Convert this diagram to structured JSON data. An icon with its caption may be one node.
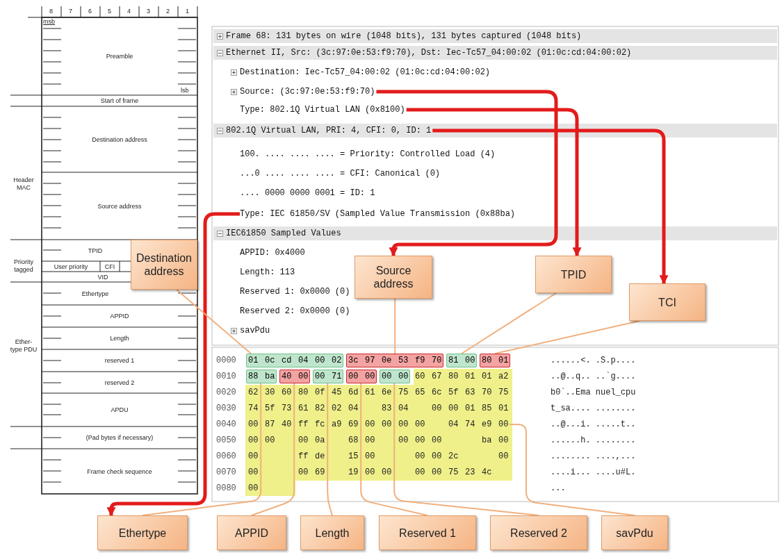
{
  "diagram": {
    "nodes": [
      {
        "text": [
          "Preamble"
        ]
      },
      {
        "text": [
          "Start of frame"
        ]
      },
      {
        "text": [
          "Destination address"
        ]
      },
      {
        "text": [
          "Source address"
        ]
      },
      {
        "text": [
          "TPID"
        ]
      },
      {
        "text": [
          "User priority"
        ]
      },
      {
        "text": [
          "CFI"
        ]
      },
      {
        "text": [
          "VID"
        ]
      },
      {
        "text": [
          "Ethertype"
        ]
      },
      {
        "text": [
          "APPID"
        ]
      },
      {
        "text": [
          "Length"
        ]
      },
      {
        "text": [
          "reserved 1"
        ]
      },
      {
        "text": [
          "reserved 2"
        ]
      },
      {
        "text": [
          "APDU"
        ]
      },
      {
        "text": [
          "(Pad bytes if necessary)"
        ]
      },
      {
        "text": [
          "Frame check sequence"
        ]
      },
      {
        "text": [
          "Source: (3c:97:0e:53:f9:70)"
        ]
      },
      {
        "text": [
          "Type: 802.1Q Virtual LAN (0x8100)"
        ]
      },
      {
        "text": [
          "802.1Q Virtual LAN, PRI: 4, CFI: 0, ID: 1"
        ]
      },
      {
        "text": [
          "Type: IEC 61850/SV (Sampled Value Transmission (0x88ba)"
        ]
      },
      {
        "text": [
          "Destination address"
        ]
      },
      {
        "text": [
          "Source address"
        ]
      },
      {
        "text": [
          "TPID"
        ]
      },
      {
        "text": [
          "TCI"
        ]
      },
      {
        "text": [
          "Ethertype"
        ]
      },
      {
        "text": [
          "APPID"
        ]
      },
      {
        "text": [
          "Length"
        ]
      },
      {
        "text": [
          "Reserved 1"
        ]
      },
      {
        "text": [
          "Reserved 2"
        ]
      },
      {
        "text": [
          "savPdu"
        ]
      },
      {
        "text": [
          "01 0c cd 04 00 02"
        ]
      },
      {
        "text": [
          "3c 97 0e 53 f9 70"
        ]
      },
      {
        "text": [
          "81 00"
        ]
      },
      {
        "text": [
          "80 01"
        ]
      },
      {
        "text": [
          "88 ba"
        ]
      },
      {
        "text": [
          "40 00"
        ]
      },
      {
        "text": [
          "00 71"
        ]
      },
      {
        "text": [
          "00 00"
        ]
      },
      {
        "text": [
          "00 00"
        ]
      },
      {
        "text": [
          "04 74 e9 00"
        ]
      }
    ],
    "edges": [
      {
        "from": 19,
        "to": 24,
        "arrow": "to",
        "style": "thick",
        "color": "#e31b1b"
      },
      {
        "from": 16,
        "to": 21,
        "arrow": "to",
        "style": "thick",
        "color": "#e31b1b"
      },
      {
        "from": 17,
        "to": 22,
        "arrow": "to",
        "style": "thick",
        "color": "#e31b1b"
      },
      {
        "from": 18,
        "to": 23,
        "arrow": "to",
        "style": "thick",
        "color": "#e31b1b"
      },
      {
        "from": 20,
        "to": 30,
        "arrow": "none"
      },
      {
        "from": 21,
        "to": 31,
        "arrow": "none"
      },
      {
        "from": 22,
        "to": 32,
        "arrow": "none"
      },
      {
        "from": 23,
        "to": 33,
        "arrow": "none"
      },
      {
        "from": 24,
        "to": 34,
        "arrow": "none"
      },
      {
        "from": 25,
        "to": 35,
        "arrow": "none"
      },
      {
        "from": 26,
        "to": 36,
        "arrow": "none"
      },
      {
        "from": 27,
        "to": 37,
        "arrow": "none"
      },
      {
        "from": 28,
        "to": 38,
        "arrow": "none"
      },
      {
        "from": 29,
        "to": 39,
        "arrow": "none"
      }
    ],
    "labels": [
      "8",
      "7",
      "6",
      "5",
      "4",
      "3",
      "2",
      "1",
      "msb",
      "lsb",
      "Header MAC",
      "Priority tagged",
      "Ether-type PDU",
      "Frame 68: 131 bytes on wire (1048 bits), 131 bytes captured (1048 bits)",
      "Ethernet II, Src: (3c:97:0e:53:f9:70), Dst: Iec-Tc57_04:00:02 (01:0c:cd:04:00:02)",
      "Destination: Iec-Tc57_04:00:02 (01:0c:cd:04:00:02)",
      "100. .... .... .... = Priority: Controlled Load (4)",
      "...0 .... .... .... = CFI: Canonical (0)",
      ".... 0000 0000 0001 = ID: 1",
      "IEC61850 Sampled Values",
      "APPID: 0x4000",
      "Length: 113",
      "Reserved 1: 0x0000 (0)",
      "Reserved 2: 0x0000 (0)",
      "savPdu",
      "0000",
      "......<. .S.p....",
      "0010",
      "60 67 80 01 01 a2",
      "..@..q.. ..`g....",
      "0020",
      "62 30 60 80 0f 45 6d 61 6e 75 65 6c 5f 63 70 75",
      "b0`..Ema nuel_cpu",
      "0030",
      "74 5f 73 61 82 02 04",
      "83 04",
      "00 00 01 85 01",
      "t_sa.... ........",
      "0040",
      "00 87 40 ff fc a9 69 00 00 00 00",
      "..@...i. .....t..",
      "0050",
      "00 00",
      "00 0a",
      "68 00",
      "00 00 00",
      "ba 00",
      "......h. ........",
      "0060",
      "00",
      "ff de",
      "15 00",
      "00 00 2c",
      "00",
      "........ ....,...",
      "0070",
      "00",
      "00 69",
      "19 00 00",
      "00 00 75 23 4c",
      "....i... ....u#L.",
      "0080",
      "00",
      "..."
    ]
  }
}
